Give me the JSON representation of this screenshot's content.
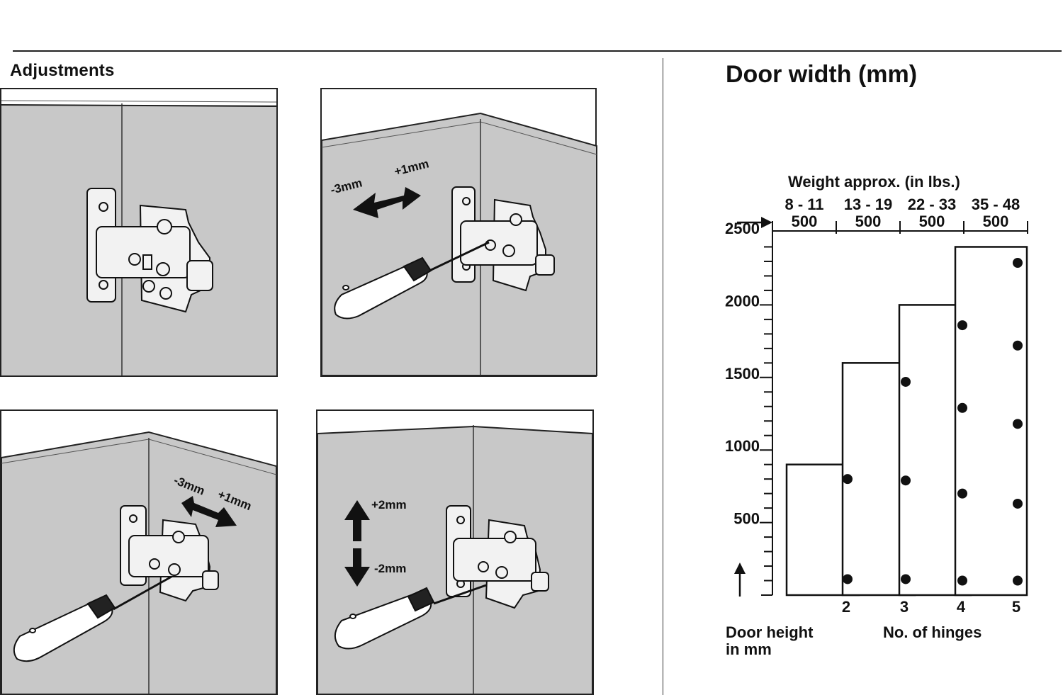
{
  "adjustments": {
    "title": "Adjustments",
    "panels": [
      {
        "name": "hinge-overview",
        "labels": []
      },
      {
        "name": "depth-adjustment",
        "labels": [
          "-3mm",
          "+1mm"
        ],
        "direction": "horizontal"
      },
      {
        "name": "side-adjustment",
        "labels": [
          "-3mm",
          "+1mm"
        ],
        "direction": "horizontal"
      },
      {
        "name": "height-adjustment",
        "labels": [
          "+2mm",
          "-2mm"
        ],
        "direction": "vertical"
      }
    ]
  },
  "chart_data": {
    "type": "bar",
    "title": "Door width (mm)",
    "top_axis_label": "Weight approx. (in lbs.)",
    "weight_ranges": [
      "8 - 11",
      "13 - 19",
      "22 - 33",
      "35 - 48"
    ],
    "door_widths": [
      "500",
      "500",
      "500",
      "500"
    ],
    "y_ticks": [
      "2500",
      "2000",
      "1500",
      "1000",
      "500"
    ],
    "ylim": [
      0,
      2500
    ],
    "categories": [
      "2",
      "3",
      "4",
      "5"
    ],
    "max_door_height": [
      900,
      1600,
      2000,
      2400
    ],
    "hinge_positions": [
      [
        800,
        110
      ],
      [
        1470,
        790,
        110
      ],
      [
        1860,
        1290,
        700,
        100
      ],
      [
        2290,
        1720,
        1180,
        630,
        100
      ]
    ],
    "ylabel_line1": "Door height",
    "ylabel_line2": "in mm",
    "xlabel": "No. of hinges",
    "grid": false
  },
  "colors": {
    "panel_fill": "#c8c8c8",
    "panel_dark": "#b9b9b9",
    "line": "#111111",
    "hardware": "#f2f2f2"
  }
}
